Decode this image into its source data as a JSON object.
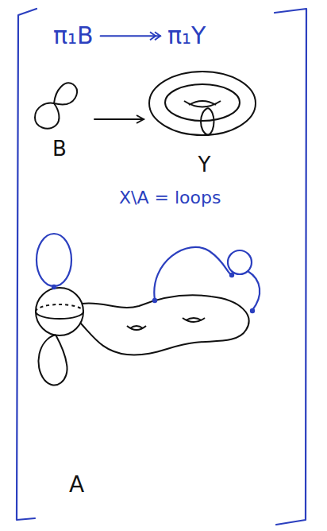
{
  "diagram": {
    "nodes": [
      {
        "text": [
          "π₁B"
        ]
      },
      {
        "text": [
          "π₁Y"
        ]
      },
      {
        "text": [
          "B"
        ]
      },
      {
        "text": [
          "Y"
        ]
      },
      {
        "text": [
          "A"
        ]
      }
    ],
    "edges": [
      {
        "from": 0,
        "to": 1,
        "arrow": "to"
      },
      {
        "from": 2,
        "to": 3,
        "arrow": "to"
      }
    ],
    "labels": [
      "X\\A = loops"
    ]
  }
}
